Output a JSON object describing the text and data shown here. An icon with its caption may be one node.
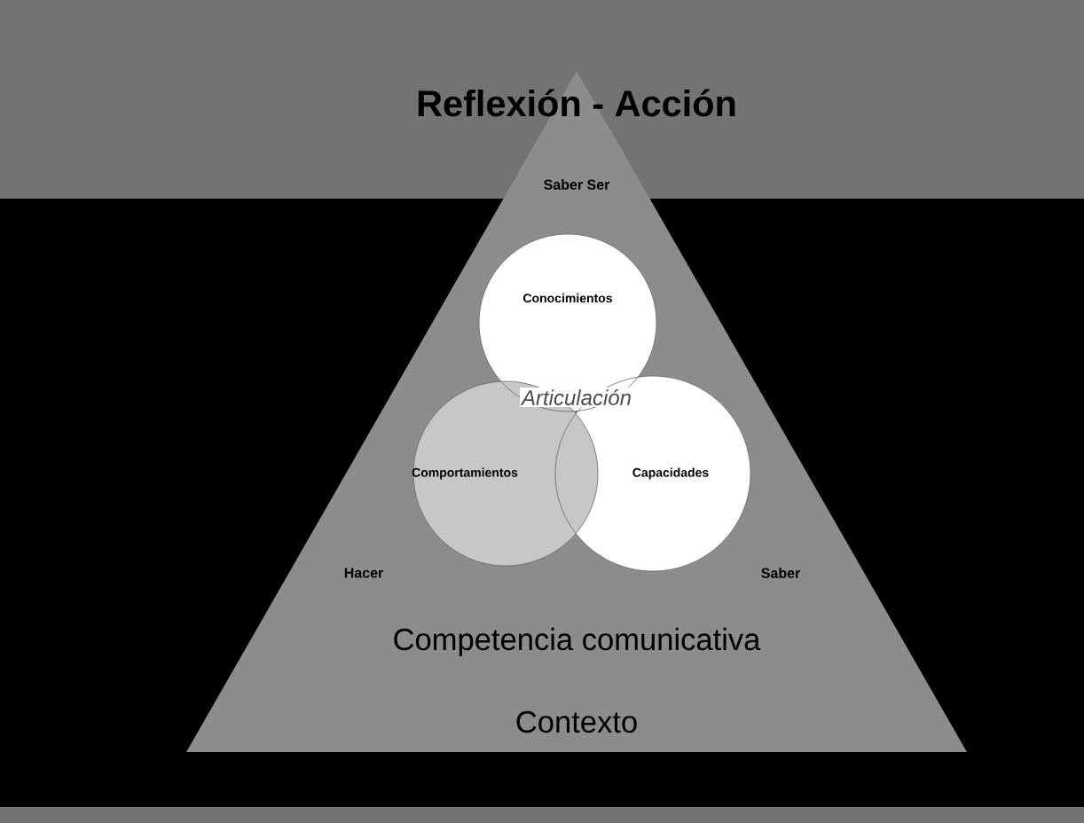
{
  "diagram": {
    "title": "Reflexión - Acción",
    "nodes": [
      {
        "text": [
          "Saber Ser",
          "Hacer",
          "Saber",
          "Competencia comunicativa",
          "Contexto"
        ]
      },
      {
        "text": [
          "Conocimientos"
        ],
        "in": 0
      },
      {
        "text": [
          "Comportamientos"
        ],
        "in": 0
      },
      {
        "text": [
          "Capacidades"
        ],
        "in": 0
      }
    ],
    "labels": [
      "Articulación"
    ]
  }
}
